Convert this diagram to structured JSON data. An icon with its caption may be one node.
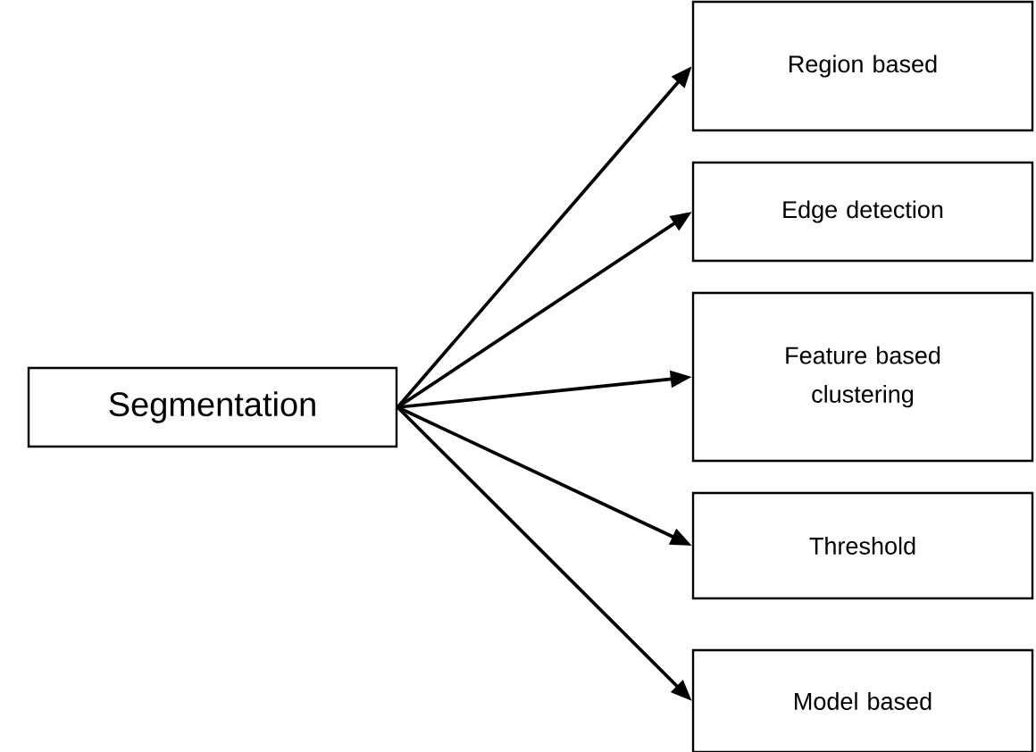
{
  "diagram": {
    "nodes": [
      {
        "text": [
          "Segmentation"
        ]
      },
      {
        "text": [
          "Region based"
        ]
      },
      {
        "text": [
          "Edge detection"
        ]
      },
      {
        "text": [
          "Feature based clustering"
        ]
      },
      {
        "text": [
          "Threshold"
        ]
      },
      {
        "text": [
          "Model based"
        ]
      }
    ],
    "edges": [
      {
        "from": 0,
        "to": 1,
        "arrow": "to"
      },
      {
        "from": 0,
        "to": 2,
        "arrow": "to"
      },
      {
        "from": 0,
        "to": 3,
        "arrow": "to"
      },
      {
        "from": 0,
        "to": 4,
        "arrow": "to"
      },
      {
        "from": 0,
        "to": 5,
        "arrow": "to"
      }
    ]
  }
}
